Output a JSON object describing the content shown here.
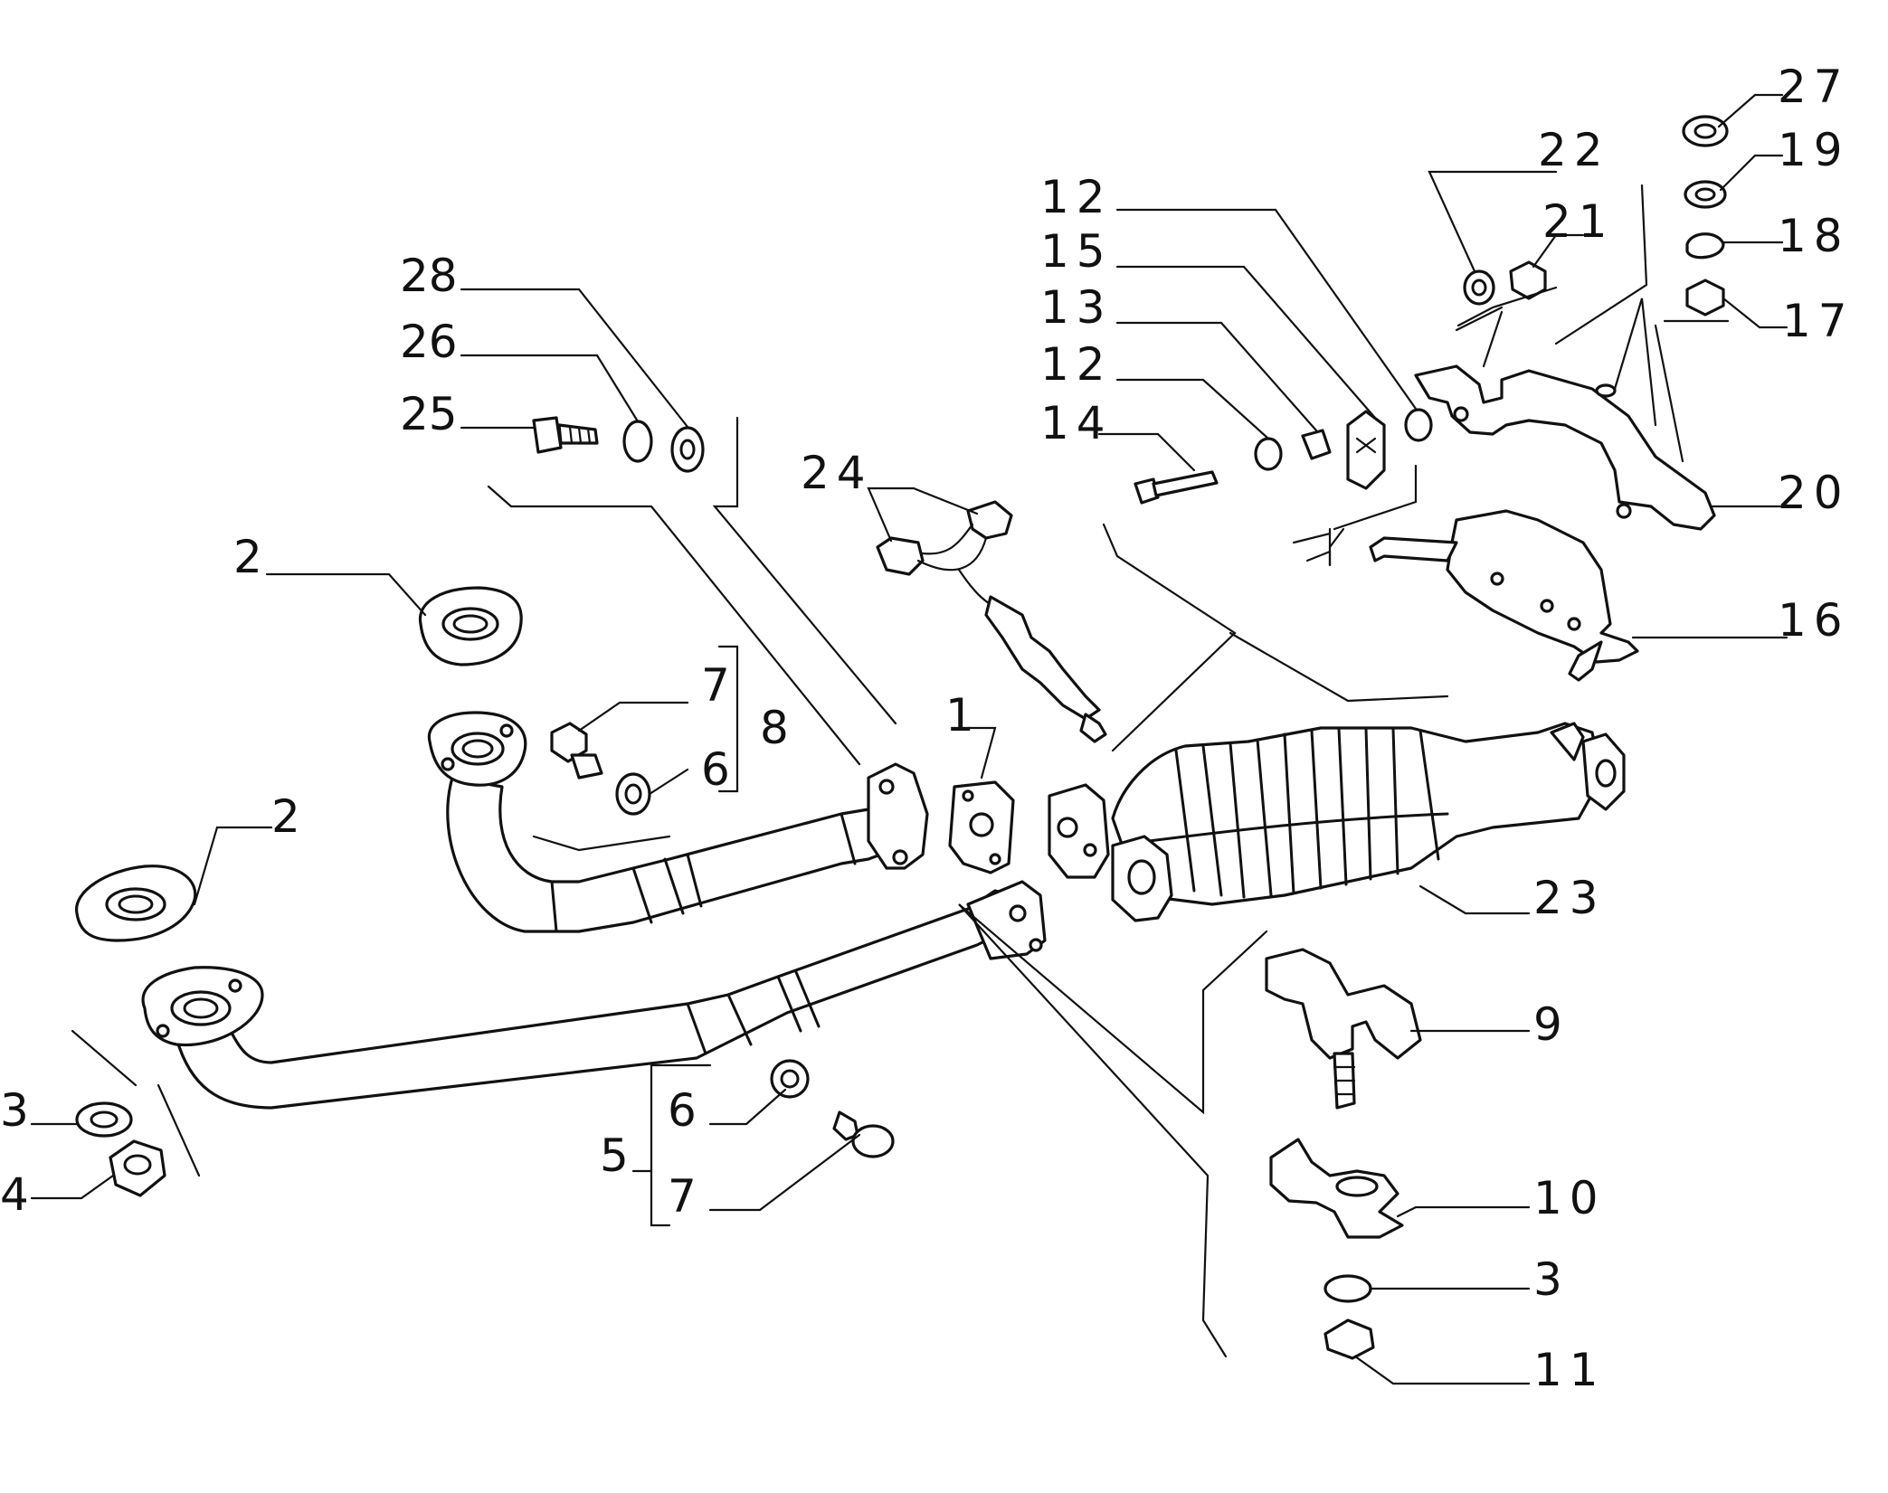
{
  "diagram": {
    "title": "",
    "labels": [
      {
        "id": "l27",
        "text": "27"
      },
      {
        "id": "l19",
        "text": "19"
      },
      {
        "id": "l18",
        "text": "18"
      },
      {
        "id": "l17",
        "text": "17"
      },
      {
        "id": "l20",
        "text": "20"
      },
      {
        "id": "l16",
        "text": "16"
      },
      {
        "id": "l22",
        "text": "22"
      },
      {
        "id": "l21",
        "text": "21"
      },
      {
        "id": "l12a",
        "text": "12"
      },
      {
        "id": "l15",
        "text": "15"
      },
      {
        "id": "l13",
        "text": "13"
      },
      {
        "id": "l12b",
        "text": "12"
      },
      {
        "id": "l14",
        "text": "14"
      },
      {
        "id": "l28",
        "text": "28"
      },
      {
        "id": "l26",
        "text": "26"
      },
      {
        "id": "l25",
        "text": "25"
      },
      {
        "id": "l24",
        "text": "24"
      },
      {
        "id": "l2a",
        "text": "2"
      },
      {
        "id": "l2b",
        "text": "2"
      },
      {
        "id": "l7a",
        "text": "7"
      },
      {
        "id": "l8",
        "text": "8"
      },
      {
        "id": "l6a",
        "text": "6"
      },
      {
        "id": "l1",
        "text": "1"
      },
      {
        "id": "l23",
        "text": "23"
      },
      {
        "id": "l9",
        "text": "9"
      },
      {
        "id": "l10",
        "text": "10"
      },
      {
        "id": "l3a",
        "text": "3"
      },
      {
        "id": "l11",
        "text": "11"
      },
      {
        "id": "l3b",
        "text": "3"
      },
      {
        "id": "l4",
        "text": "4"
      },
      {
        "id": "l6b",
        "text": "6"
      },
      {
        "id": "l5",
        "text": "5"
      },
      {
        "id": "l7b",
        "text": "7"
      }
    ]
  }
}
